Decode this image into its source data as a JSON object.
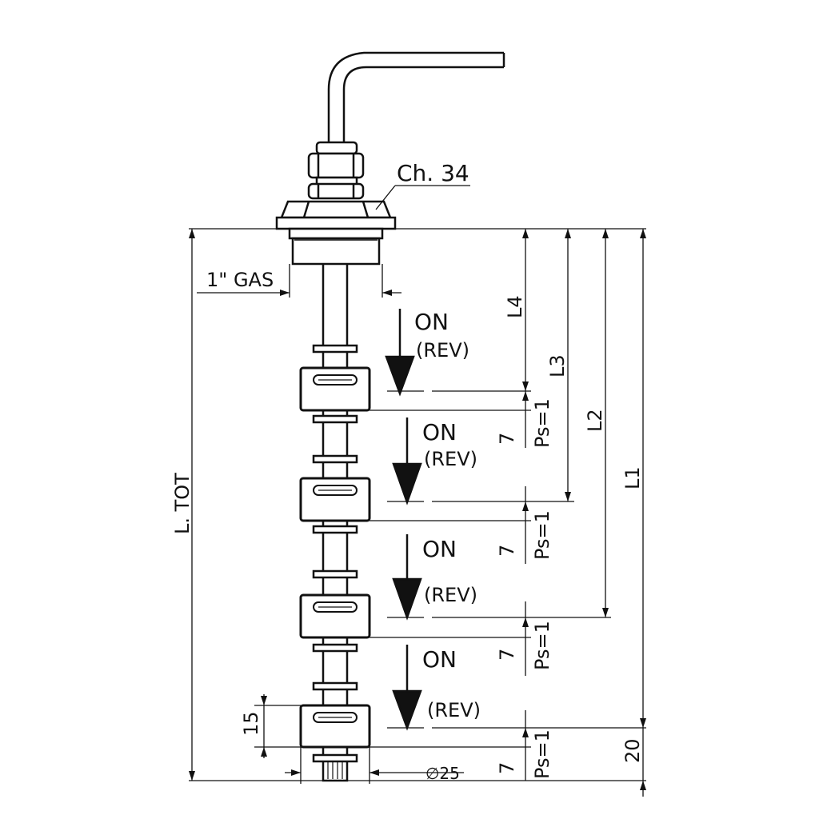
{
  "labels": {
    "hex_size": "Ch. 34",
    "thread": "1\" GAS",
    "total_length": "L. TOT",
    "l1": "L1",
    "l2": "L2",
    "l3": "L3",
    "l4": "L4",
    "float_height": "15",
    "float_diameter": "∅25",
    "bottom_offset": "20"
  },
  "switch_points": [
    {
      "on": "ON",
      "rev": "(REV)",
      "offset": "7",
      "ps": "Ps=1"
    },
    {
      "on": "ON",
      "rev": "(REV)",
      "offset": "7",
      "ps": "Ps=1"
    },
    {
      "on": "ON",
      "rev": "(REV)",
      "offset": "7",
      "ps": "Ps=1"
    },
    {
      "on": "ON",
      "rev": "(REV)",
      "offset": "7",
      "ps": "Ps=1"
    }
  ]
}
